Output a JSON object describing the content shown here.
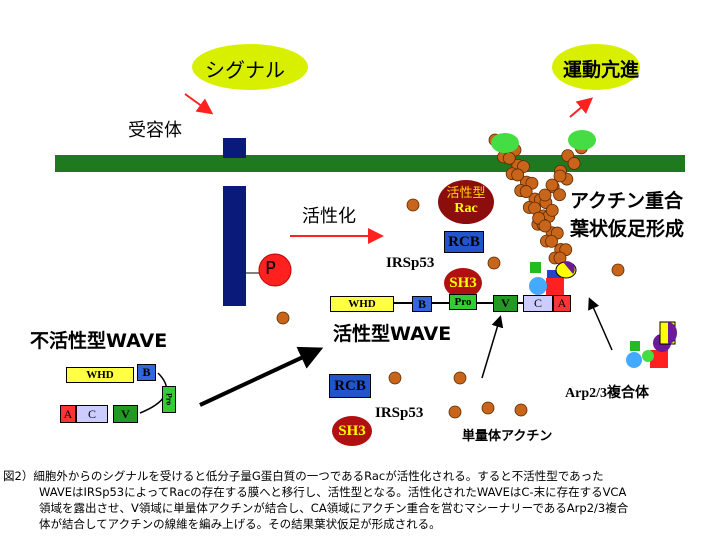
{
  "signal_label": "シグナル",
  "motility_label": "運動亢進",
  "receptor_label": "受容体",
  "activation_label": "活性化",
  "phospho_label": "P",
  "actin_poly_label_1": "アクチン重合",
  "actin_poly_label_2": "葉状仮足形成",
  "rac_top": "活性型",
  "rac_bottom": "Rac",
  "rcb_label": "RCB",
  "irsp53_label": "IRSp53",
  "sh3_label": "SH3",
  "pro_label": "Pro",
  "active_wave": {
    "title": "活性型WAVE",
    "whd": "WHD",
    "b": "B",
    "v": "V",
    "c": "C",
    "a": "A"
  },
  "inactive_wave": {
    "title": "不活性型WAVE",
    "whd": "WHD",
    "b": "B",
    "pro": "Pro",
    "a": "A",
    "c": "C",
    "v": "V"
  },
  "arp_label": "Arp2/3複合体",
  "monomer_actin_label": "単量体アクチン",
  "caption_lines": [
    "図2）細胞外からのシグナルを受けると低分子量G蛋白質の一つであるRacが活性化される。すると不活性型であった",
    "WAVEはIRSp53によってRacの存在する膜へと移行し、活性型となる。活性化されたWAVEはC-末に存在するVCA",
    "領域を露出させ、V領域に単量体アクチンが結合し、CA領域にアクチン重合を営むマシーナリーであるArp2/3複合",
    "体が結合してアクチンの線維を編み上げる。その結果葉状仮足が形成される。"
  ],
  "colors": {
    "membrane": "#1f7a1f",
    "receptor": "#0a1a7a",
    "signal_bubble": "#d8f000",
    "arrow_red": "#ff2020",
    "rac": "#8b0d0d",
    "sh3": "#b01010",
    "rcb": "#2255cc",
    "whd": "#ffff44",
    "b_box": "#3366dd",
    "pro": "#33cc33",
    "v_box": "#229922",
    "c_box": "#ccccff",
    "a_box": "#ff3333",
    "actin": "#c8651a",
    "actin_cap": "#44dd44"
  }
}
